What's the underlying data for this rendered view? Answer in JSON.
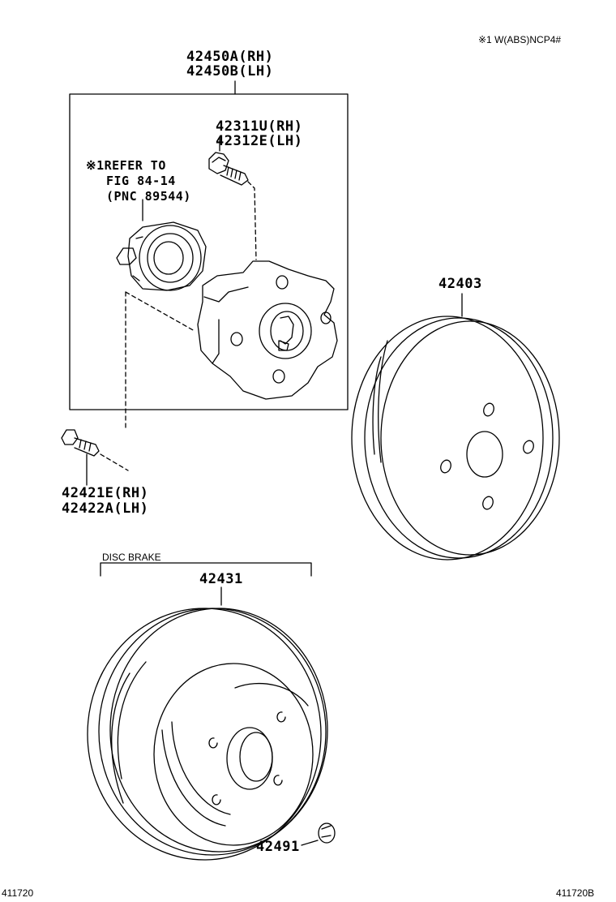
{
  "note_top": "※1 W(ABS)NCP4#",
  "hub_assy": {
    "part_rh": "42450A(RH)",
    "part_lh": "42450B(LH)"
  },
  "hub_bolt": {
    "part_rh": "42311U(RH)",
    "part_lh": "42312E(LH)"
  },
  "refer_note": {
    "line1": "※1REFER TO",
    "line2": "FIG 84-14",
    "line3": "(PNC 89544)"
  },
  "mount_bolt": {
    "part_rh": "42421E(RH)",
    "part_lh": "42422A(LH)"
  },
  "brake_drum": {
    "part": "42403"
  },
  "disc_brake": {
    "heading": "DISC BRAKE",
    "rotor_part": "42431",
    "plug_part": "42491"
  },
  "footer": {
    "left_code": "411720",
    "right_code": "411720B"
  }
}
